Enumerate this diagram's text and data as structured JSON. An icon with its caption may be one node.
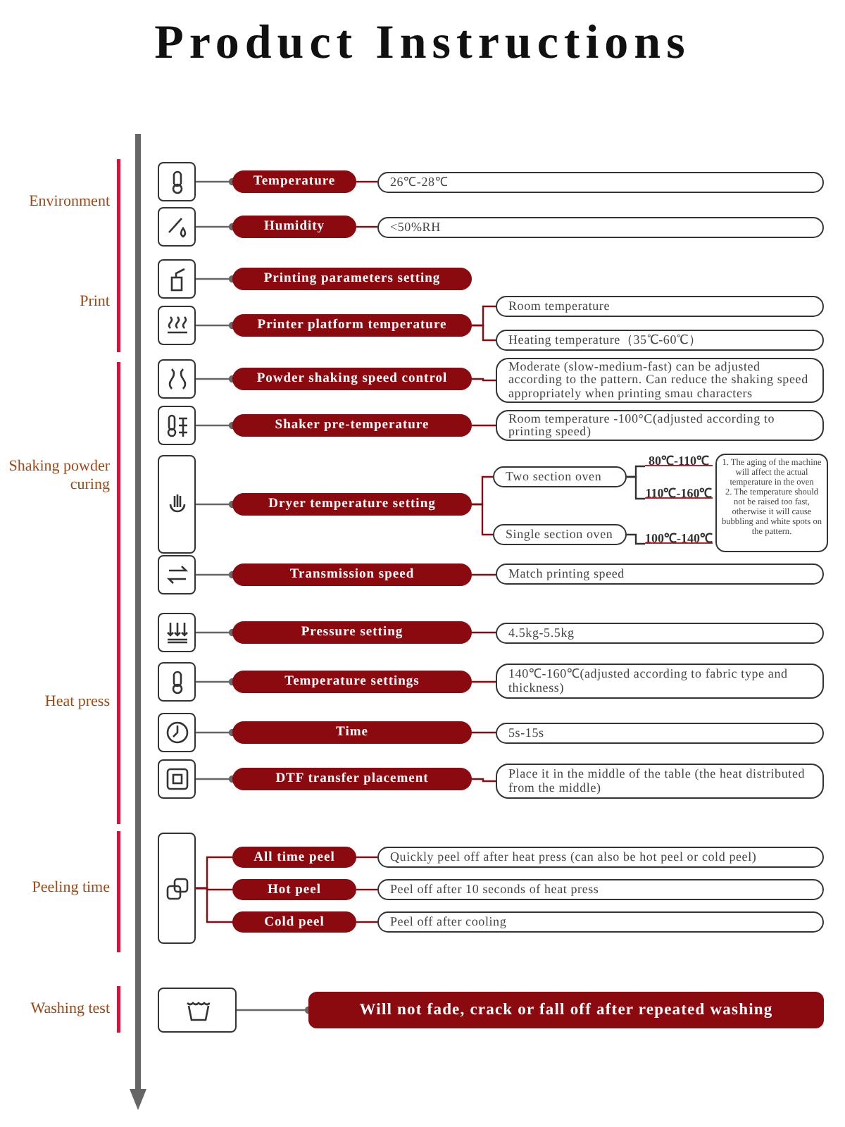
{
  "diagram": {
    "title": "Product Instructions",
    "nodes": [
      {
        "text": [],
        "shape": "box"
      },
      {
        "text": [
          "Temperature"
        ]
      },
      {
        "text": [
          "26℃-28℃"
        ]
      },
      {
        "text": [],
        "shape": "box"
      },
      {
        "text": [
          "Humidity"
        ]
      },
      {
        "text": [
          "<50%RH"
        ]
      },
      {
        "text": [],
        "shape": "box"
      },
      {
        "text": [
          "Printing parameters setting"
        ]
      },
      {
        "text": [],
        "shape": "box"
      },
      {
        "text": [
          "Printer platform temperature"
        ]
      },
      {
        "text": [
          "Room temperature"
        ]
      },
      {
        "text": [
          "Heating temperature（35℃-60℃）"
        ]
      },
      {
        "text": [],
        "shape": "box"
      },
      {
        "text": [
          "Powder shaking speed control"
        ]
      },
      {
        "text": [
          "Moderate (slow-medium-fast) can be adjusted according to the pattern. Can reduce the shaking speed appropriately when printing smau characters"
        ]
      },
      {
        "text": [],
        "shape": "box"
      },
      {
        "text": [
          "Shaker pre-temperature"
        ]
      },
      {
        "text": [
          "Room temperature -100°C(adjusted according to printing speed)"
        ]
      },
      {
        "text": [],
        "shape": "box"
      },
      {
        "text": [
          "Dryer temperature setting"
        ]
      },
      {
        "text": [
          "Two section oven"
        ]
      },
      {
        "text": [
          "Single section oven"
        ]
      },
      {
        "text": [
          "80℃-110℃"
        ]
      },
      {
        "text": [
          "110℃-160℃"
        ]
      },
      {
        "text": [
          "100℃-140℃"
        ]
      },
      {
        "text": [
          "1. The aging of the machine will affect the actual temperature in the oven",
          "2. The temperature should not be raised too fast, otherwise it will cause bubbling and white spots on the pattern."
        ]
      },
      {
        "text": [],
        "shape": "box"
      },
      {
        "text": [
          "Transmission speed"
        ]
      },
      {
        "text": [
          "Match printing speed"
        ]
      },
      {
        "text": [],
        "shape": "box"
      },
      {
        "text": [
          "Pressure setting"
        ]
      },
      {
        "text": [
          "4.5kg-5.5kg"
        ]
      },
      {
        "text": [],
        "shape": "box"
      },
      {
        "text": [
          "Temperature settings"
        ]
      },
      {
        "text": [
          "140℃-160℃(adjusted according to fabric type and thickness)"
        ]
      },
      {
        "text": [],
        "shape": "box"
      },
      {
        "text": [
          "Time"
        ]
      },
      {
        "text": [
          "5s-15s"
        ]
      },
      {
        "text": [],
        "shape": "box"
      },
      {
        "text": [
          "DTF transfer placement"
        ]
      },
      {
        "text": [
          "Place it in the middle of the table (the heat distributed from the middle)"
        ]
      },
      {
        "text": [],
        "shape": "box"
      },
      {
        "text": [
          "All time peel"
        ]
      },
      {
        "text": [
          "Quickly peel off after heat press (can also be hot peel or cold peel)"
        ]
      },
      {
        "text": [
          "Hot peel"
        ]
      },
      {
        "text": [
          "Peel off after 10 seconds of heat press"
        ]
      },
      {
        "text": [
          "Cold peel"
        ]
      },
      {
        "text": [
          "Peel off after cooling"
        ]
      },
      {
        "text": [],
        "shape": "box"
      },
      {
        "text": [
          "Will not fade, crack or fall off after repeated washing"
        ]
      }
    ],
    "edges": [
      {
        "from": 0,
        "to": 1,
        "arrow": "other",
        "color": "#666666"
      },
      {
        "from": 1,
        "to": 2,
        "arrow": "none"
      },
      {
        "from": 3,
        "to": 4,
        "arrow": "other",
        "color": "#666666"
      },
      {
        "from": 4,
        "to": 5,
        "arrow": "none"
      },
      {
        "from": 6,
        "to": 7,
        "arrow": "other",
        "color": "#666666"
      },
      {
        "from": 8,
        "to": 9,
        "arrow": "other",
        "color": "#666666"
      },
      {
        "from": 9,
        "to": 10,
        "arrow": "none"
      },
      {
        "from": 9,
        "to": 11,
        "arrow": "none"
      },
      {
        "from": 12,
        "to": 13,
        "arrow": "other",
        "color": "#666666"
      },
      {
        "from": 13,
        "to": 14,
        "arrow": "none"
      },
      {
        "from": 15,
        "to": 16,
        "arrow": "other",
        "color": "#666666"
      },
      {
        "from": 16,
        "to": 17,
        "arrow": "none"
      },
      {
        "from": 18,
        "to": 19,
        "arrow": "other",
        "color": "#666666"
      },
      {
        "from": 19,
        "to": 20,
        "arrow": "none"
      },
      {
        "from": 19,
        "to": 21,
        "arrow": "none"
      },
      {
        "from": 20,
        "to": 22,
        "arrow": "none",
        "color": "#333333"
      },
      {
        "from": 20,
        "to": 23,
        "arrow": "none",
        "color": "#333333"
      },
      {
        "from": 21,
        "to": 24,
        "arrow": "none",
        "color": "#333333"
      },
      {
        "from": 26,
        "to": 27,
        "arrow": "other",
        "color": "#666666"
      },
      {
        "from": 27,
        "to": 28,
        "arrow": "none"
      },
      {
        "from": 29,
        "to": 30,
        "arrow": "other",
        "color": "#666666"
      },
      {
        "from": 30,
        "to": 31,
        "arrow": "none"
      },
      {
        "from": 32,
        "to": 33,
        "arrow": "other",
        "color": "#666666"
      },
      {
        "from": 33,
        "to": 34,
        "arrow": "none"
      },
      {
        "from": 35,
        "to": 36,
        "arrow": "other",
        "color": "#666666"
      },
      {
        "from": 36,
        "to": 37,
        "arrow": "none"
      },
      {
        "from": 38,
        "to": 39,
        "arrow": "other",
        "color": "#666666"
      },
      {
        "from": 39,
        "to": 40,
        "arrow": "none"
      },
      {
        "from": 41,
        "to": 42,
        "arrow": "none"
      },
      {
        "from": 41,
        "to": 44,
        "arrow": "none"
      },
      {
        "from": 41,
        "to": 46,
        "arrow": "none"
      },
      {
        "from": 42,
        "to": 43,
        "arrow": "none"
      },
      {
        "from": 44,
        "to": 45,
        "arrow": "none"
      },
      {
        "from": 46,
        "to": 47,
        "arrow": "none"
      },
      {
        "from": 48,
        "to": 49,
        "arrow": "other",
        "color": "#666666"
      }
    ],
    "labels": [
      "Environment",
      "Print",
      "Shaking powder curing",
      "Heat press",
      "Peeling time",
      "Washing test"
    ]
  }
}
